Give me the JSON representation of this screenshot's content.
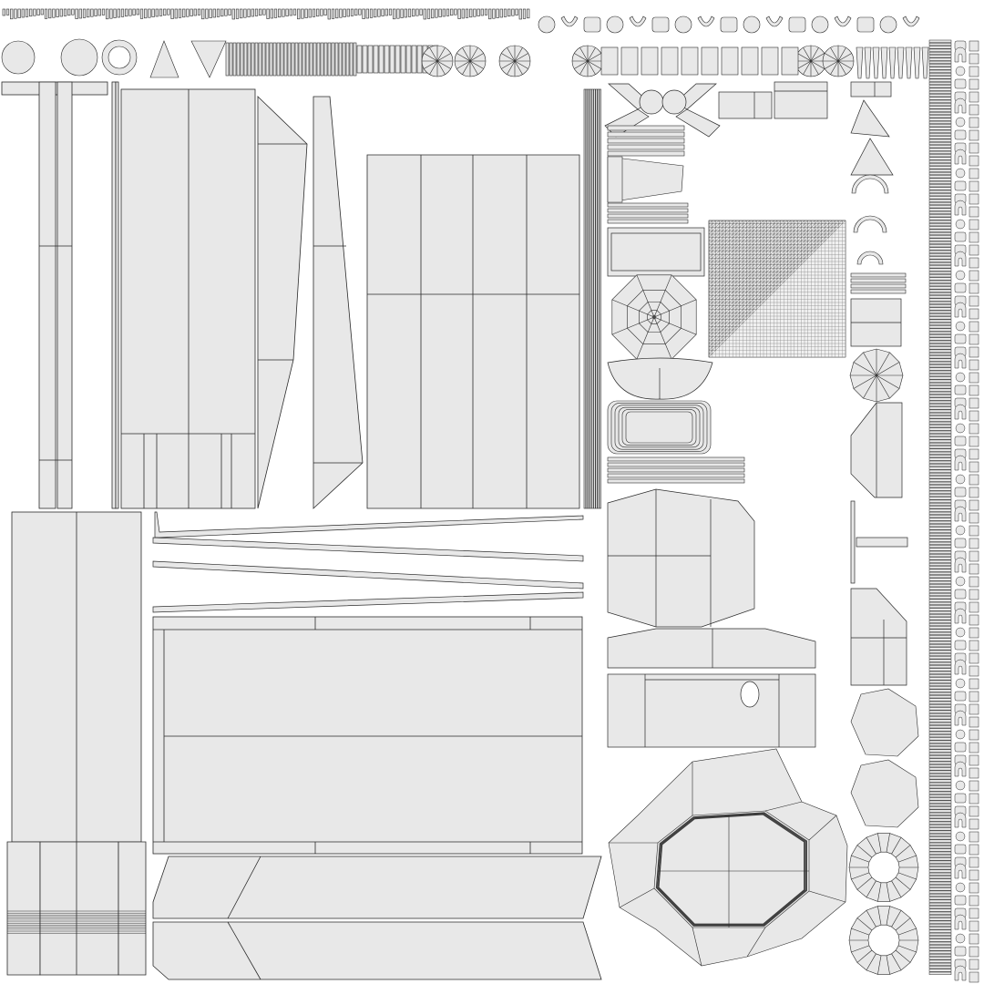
{
  "canvas": {
    "background": "#ffffff",
    "island_fill": "#e8e8e8",
    "edge_color": "#2a2a2a",
    "dense_edge_color": "#3c3c3c"
  },
  "layout": {
    "islands": [
      {
        "kind": "large-rect-panels",
        "rows": 1,
        "cols": 6
      },
      {
        "kind": "large-rect-panels",
        "rows": 2,
        "cols": 4
      },
      {
        "kind": "tall-rect-panel",
        "rows": 2,
        "cols": 2
      },
      {
        "kind": "wide-rect-panel",
        "rows": 2,
        "cols": 2
      },
      {
        "kind": "bent-strip-panels",
        "rows": 2,
        "cols": 2
      },
      {
        "kind": "octagon-ring",
        "rows": 3,
        "cols": 8
      },
      {
        "kind": "radial-discs",
        "rows": 2,
        "cols": 12
      },
      {
        "kind": "triangle-grid-dense",
        "rows": 40,
        "cols": 40
      },
      {
        "kind": "small-pieces-strip",
        "rows": 60,
        "cols": 2
      },
      {
        "kind": "top-row-small-pieces",
        "rows": 2,
        "cols": 60
      }
    ]
  }
}
